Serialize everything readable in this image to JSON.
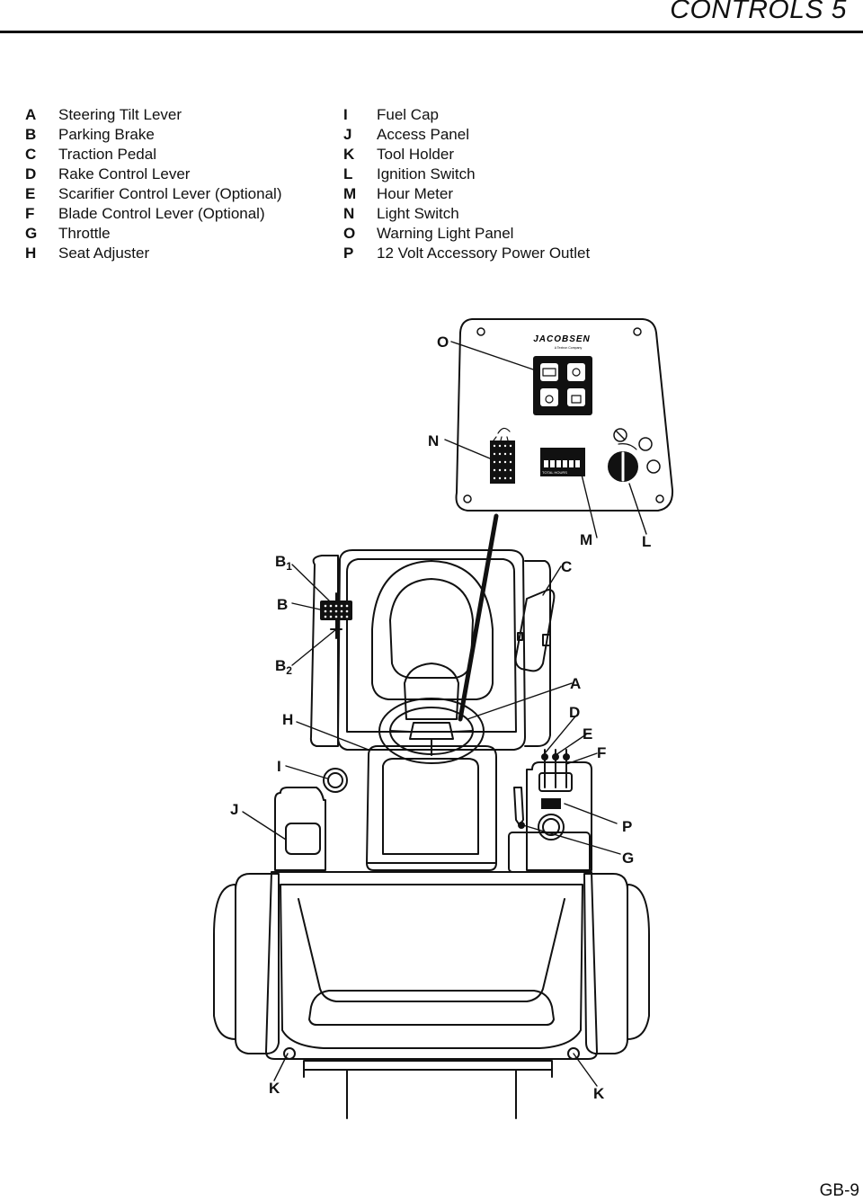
{
  "header": {
    "title": "CONTROLS   5"
  },
  "legend_left": [
    {
      "key": "A",
      "label": "Steering Tilt Lever"
    },
    {
      "key": "B",
      "label": "Parking Brake"
    },
    {
      "key": "C",
      "label": "Traction Pedal"
    },
    {
      "key": "D",
      "label": "Rake Control Lever"
    },
    {
      "key": "E",
      "label": "Scarifier Control Lever (Optional)"
    },
    {
      "key": "F",
      "label": "Blade Control Lever (Optional)"
    },
    {
      "key": "G",
      "label": "Throttle"
    },
    {
      "key": "H",
      "label": "Seat Adjuster"
    }
  ],
  "legend_right": [
    {
      "key": "I",
      "label": "Fuel Cap"
    },
    {
      "key": "J",
      "label": "Access Panel"
    },
    {
      "key": "K",
      "label": "Tool Holder"
    },
    {
      "key": "L",
      "label": "Ignition Switch"
    },
    {
      "key": "M",
      "label": "Hour Meter"
    },
    {
      "key": "N",
      "label": "Light Switch"
    },
    {
      "key": "O",
      "label": "Warning Light Panel"
    },
    {
      "key": "P",
      "label": "12 Volt Accessory  Power Outlet"
    }
  ],
  "diagram": {
    "brand": "JACOBSEN",
    "brand_sub": "A Textron Company",
    "hour_meter_caption": "TOTAL HOURS",
    "callouts": {
      "O": "O",
      "N": "N",
      "M": "M",
      "L": "L",
      "B1": "B",
      "B1_sub": "1",
      "B": "B",
      "B2": "B",
      "B2_sub": "2",
      "C": "C",
      "A": "A",
      "H": "H",
      "D": "D",
      "E": "E",
      "F": "F",
      "I": "I",
      "J": "J",
      "P": "P",
      "G": "G",
      "K_left": "K",
      "K_right": "K"
    }
  },
  "footer": {
    "page": "GB-9"
  }
}
